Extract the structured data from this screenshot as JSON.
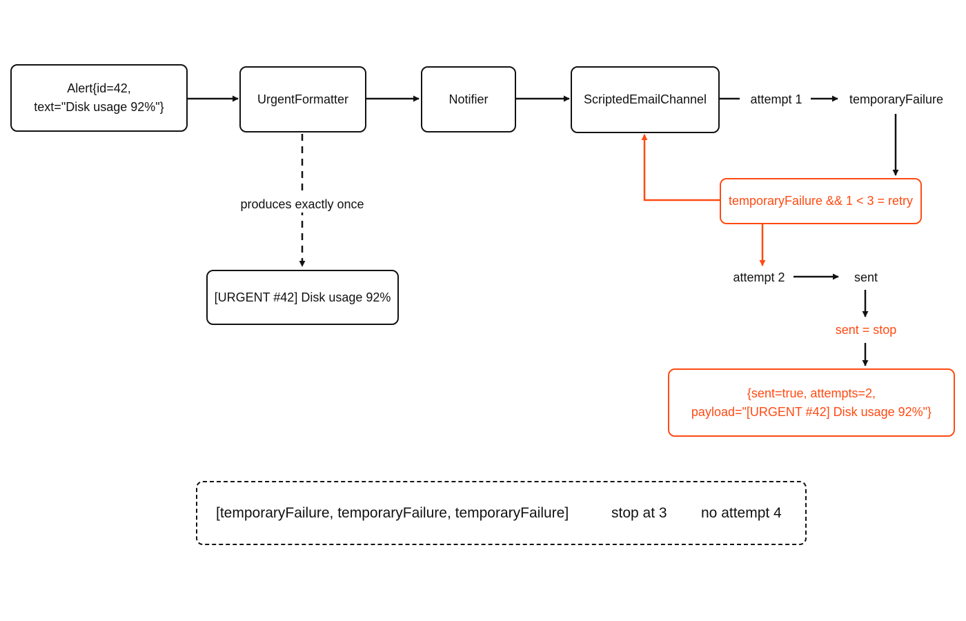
{
  "colors": {
    "ink": "#111111",
    "accent": "#ff4a12",
    "background": "#ffffff"
  },
  "nodes": {
    "alert": "Alert{id=42,\ntext=\"Disk usage 92%\"}",
    "formatter": "UrgentFormatter",
    "notifier": "Notifier",
    "channel": "ScriptedEmailChannel",
    "urgent_message": "[URGENT #42] Disk usage 92%",
    "retry_decision": "temporaryFailure && 1 < 3 = retry",
    "result": "{sent=true, attempts=2,\npayload=\"[URGENT #42] Disk usage 92%\"}"
  },
  "labels": {
    "attempt_1": "attempt 1",
    "temporary_failure": "temporaryFailure",
    "produces_once": "produces exactly once",
    "attempt_2": "attempt 2",
    "sent": "sent",
    "sent_stop": "sent = stop"
  },
  "note": {
    "sequence": "[temporaryFailure, temporaryFailure, temporaryFailure]",
    "stop": "stop at 3",
    "no_attempt": "no attempt 4"
  }
}
